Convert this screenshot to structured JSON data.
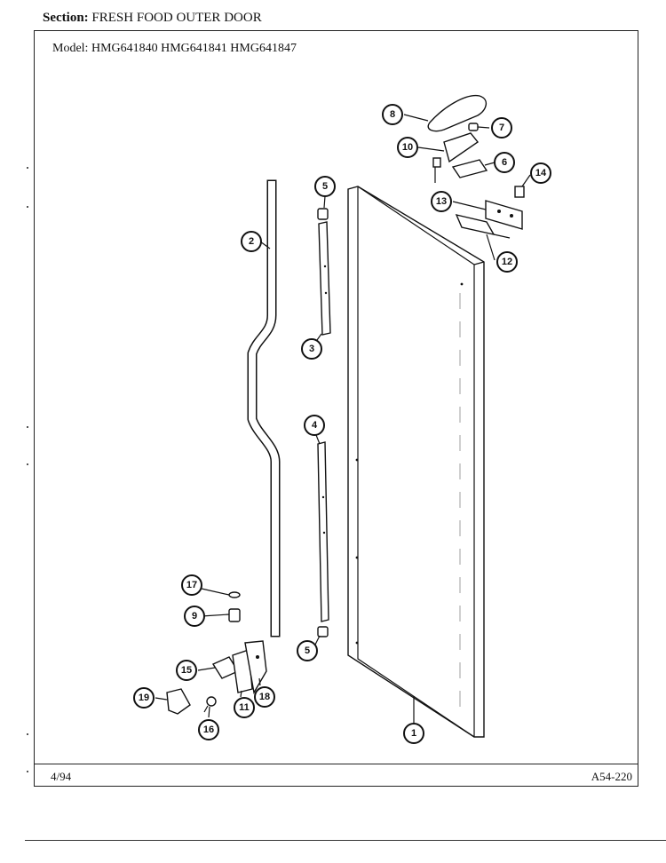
{
  "header": {
    "section_label": "Section:",
    "section_title": "FRESH FOOD OUTER DOOR"
  },
  "model": {
    "label": "Model:",
    "numbers": "HMG641840  HMG641841  HMG641847"
  },
  "footer": {
    "date": "4/94",
    "page_code": "A54-220"
  },
  "callouts": [
    "1",
    "2",
    "3",
    "4",
    "5",
    "5",
    "6",
    "7",
    "8",
    "9",
    "10",
    "11",
    "12",
    "13",
    "14",
    "15",
    "16",
    "17",
    "18",
    "19"
  ]
}
